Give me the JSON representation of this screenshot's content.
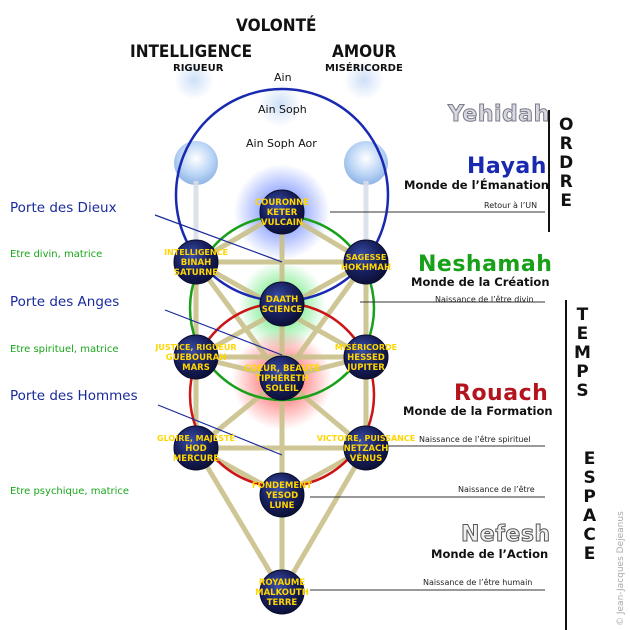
{
  "header": {
    "volonte": "VOLONTÉ",
    "intelligence": "INTELLIGENCE",
    "rigueur": "RIGUEUR",
    "amour": "AMOUR",
    "misericorde": "MISÉRICORDE"
  },
  "ain": {
    "ain": "Ain",
    "ain_soph": "Ain Soph",
    "ain_soph_aor": "Ain Soph Aor"
  },
  "levels": {
    "yehidah": "Yehidah",
    "hayah": "Hayah",
    "hayah_monde": "Monde de l’Émanation",
    "hayah_note": "Retour à l’UN",
    "neshamah": "Neshamah",
    "neshamah_monde": "Monde de la Création",
    "neshamah_note": "Naissance de l’être divin",
    "rouach": "Rouach",
    "rouach_monde": "Monde de la Formation",
    "rouach_note": "Naissance de l’être spirituel",
    "espace_note": "Naissance de l’être",
    "nefesh": "Nefesh",
    "nefesh_monde": "Monde de l’Action",
    "nefesh_note": "Naissance de l’être humain"
  },
  "portes": {
    "dieux": "Porte des Dieux",
    "anges": "Porte des Anges",
    "hommes": "Porte des Hommes"
  },
  "etres": {
    "divin": "Etre divin, matrice",
    "spirituel": "Etre spirituel, matrice",
    "psychique": "Etre psychique, matrice"
  },
  "side": {
    "ordre": [
      "O",
      "R",
      "D",
      "R",
      "E"
    ],
    "temps": [
      "T",
      "E",
      "M",
      "P",
      "S"
    ],
    "espace": [
      "E",
      "S",
      "P",
      "A",
      "C",
      "E"
    ]
  },
  "sephiroth": {
    "keter": [
      "COURONNE",
      "KETER",
      "VULCAIN"
    ],
    "binah": [
      "INTELLIGENCE",
      "BINAH",
      "SATURNE"
    ],
    "hokhmah": [
      "SAGESSE",
      "HOKHMAH"
    ],
    "daath": [
      "DAATH",
      "SCIENCE"
    ],
    "geburah": [
      "JUSTICE, RIGUEUR",
      "GUEBOURAH",
      "MARS"
    ],
    "hessed": [
      "MISÉRICORDE",
      "HESSED",
      "JUPITER"
    ],
    "tipheret": [
      "COEUR, BEAUTÉ",
      "TIPHÉRETH",
      "SOLEIL"
    ],
    "hod": [
      "GLOIRE, MAJESTÉ",
      "HOD",
      "MERCURE"
    ],
    "netzach": [
      "VICTOIRE, PUISSANCE",
      "NETZACH",
      "VÉNUS"
    ],
    "yesod": [
      "FONDEMENT",
      "YESOD",
      "LUNE"
    ],
    "malkout": [
      "ROYAUME",
      "MALKOUTH",
      "TERRE"
    ]
  },
  "copyright": "© Jean-Jacques Dejeanus",
  "colors": {
    "porte_blue": "#1a2a9c",
    "etre_green": "#1aa61a",
    "hayah": "#1a2ab0",
    "neshamah": "#19a019",
    "rouach": "#b4141e",
    "nefesh": "#4a4a4a",
    "yehidah": "#9a9aa8",
    "node": "#141c5a",
    "label": "#ffd600"
  }
}
